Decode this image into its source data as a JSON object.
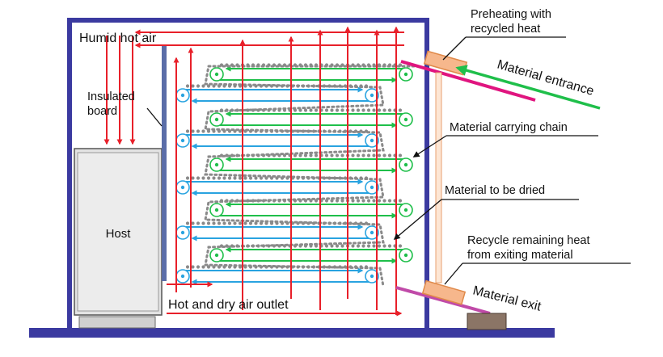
{
  "labels": {
    "humid_hot_air": "Humid hot air",
    "insulated_board": [
      "Insulated",
      "board"
    ],
    "host": "Host",
    "hot_dry_air_outlet": "Hot and dry air outlet",
    "preheating": [
      "Preheating with",
      "recycled heat"
    ],
    "material_entrance": "Material entrance",
    "material_carrying_chain": "Material carrying chain",
    "material_to_be_dried": "Material to be dried",
    "recycle_remaining_heat": [
      "Recycle remaining heat",
      "from exiting material"
    ],
    "material_exit": "Material exit"
  },
  "colors": {
    "frame": "#3b3aa0",
    "hot_air": "#e8202a",
    "conveyor_rightward": "#29a3e0",
    "conveyor_leftward": "#1fbf4a",
    "material": "#8a8a8a",
    "chute": "#e0157f",
    "heat_exchanger": "#f6b78c",
    "callout_line": "#111111"
  },
  "icons": {
    "conveyor_roller": "circle-dot-icon",
    "flow_arrow": "arrowhead-icon"
  }
}
